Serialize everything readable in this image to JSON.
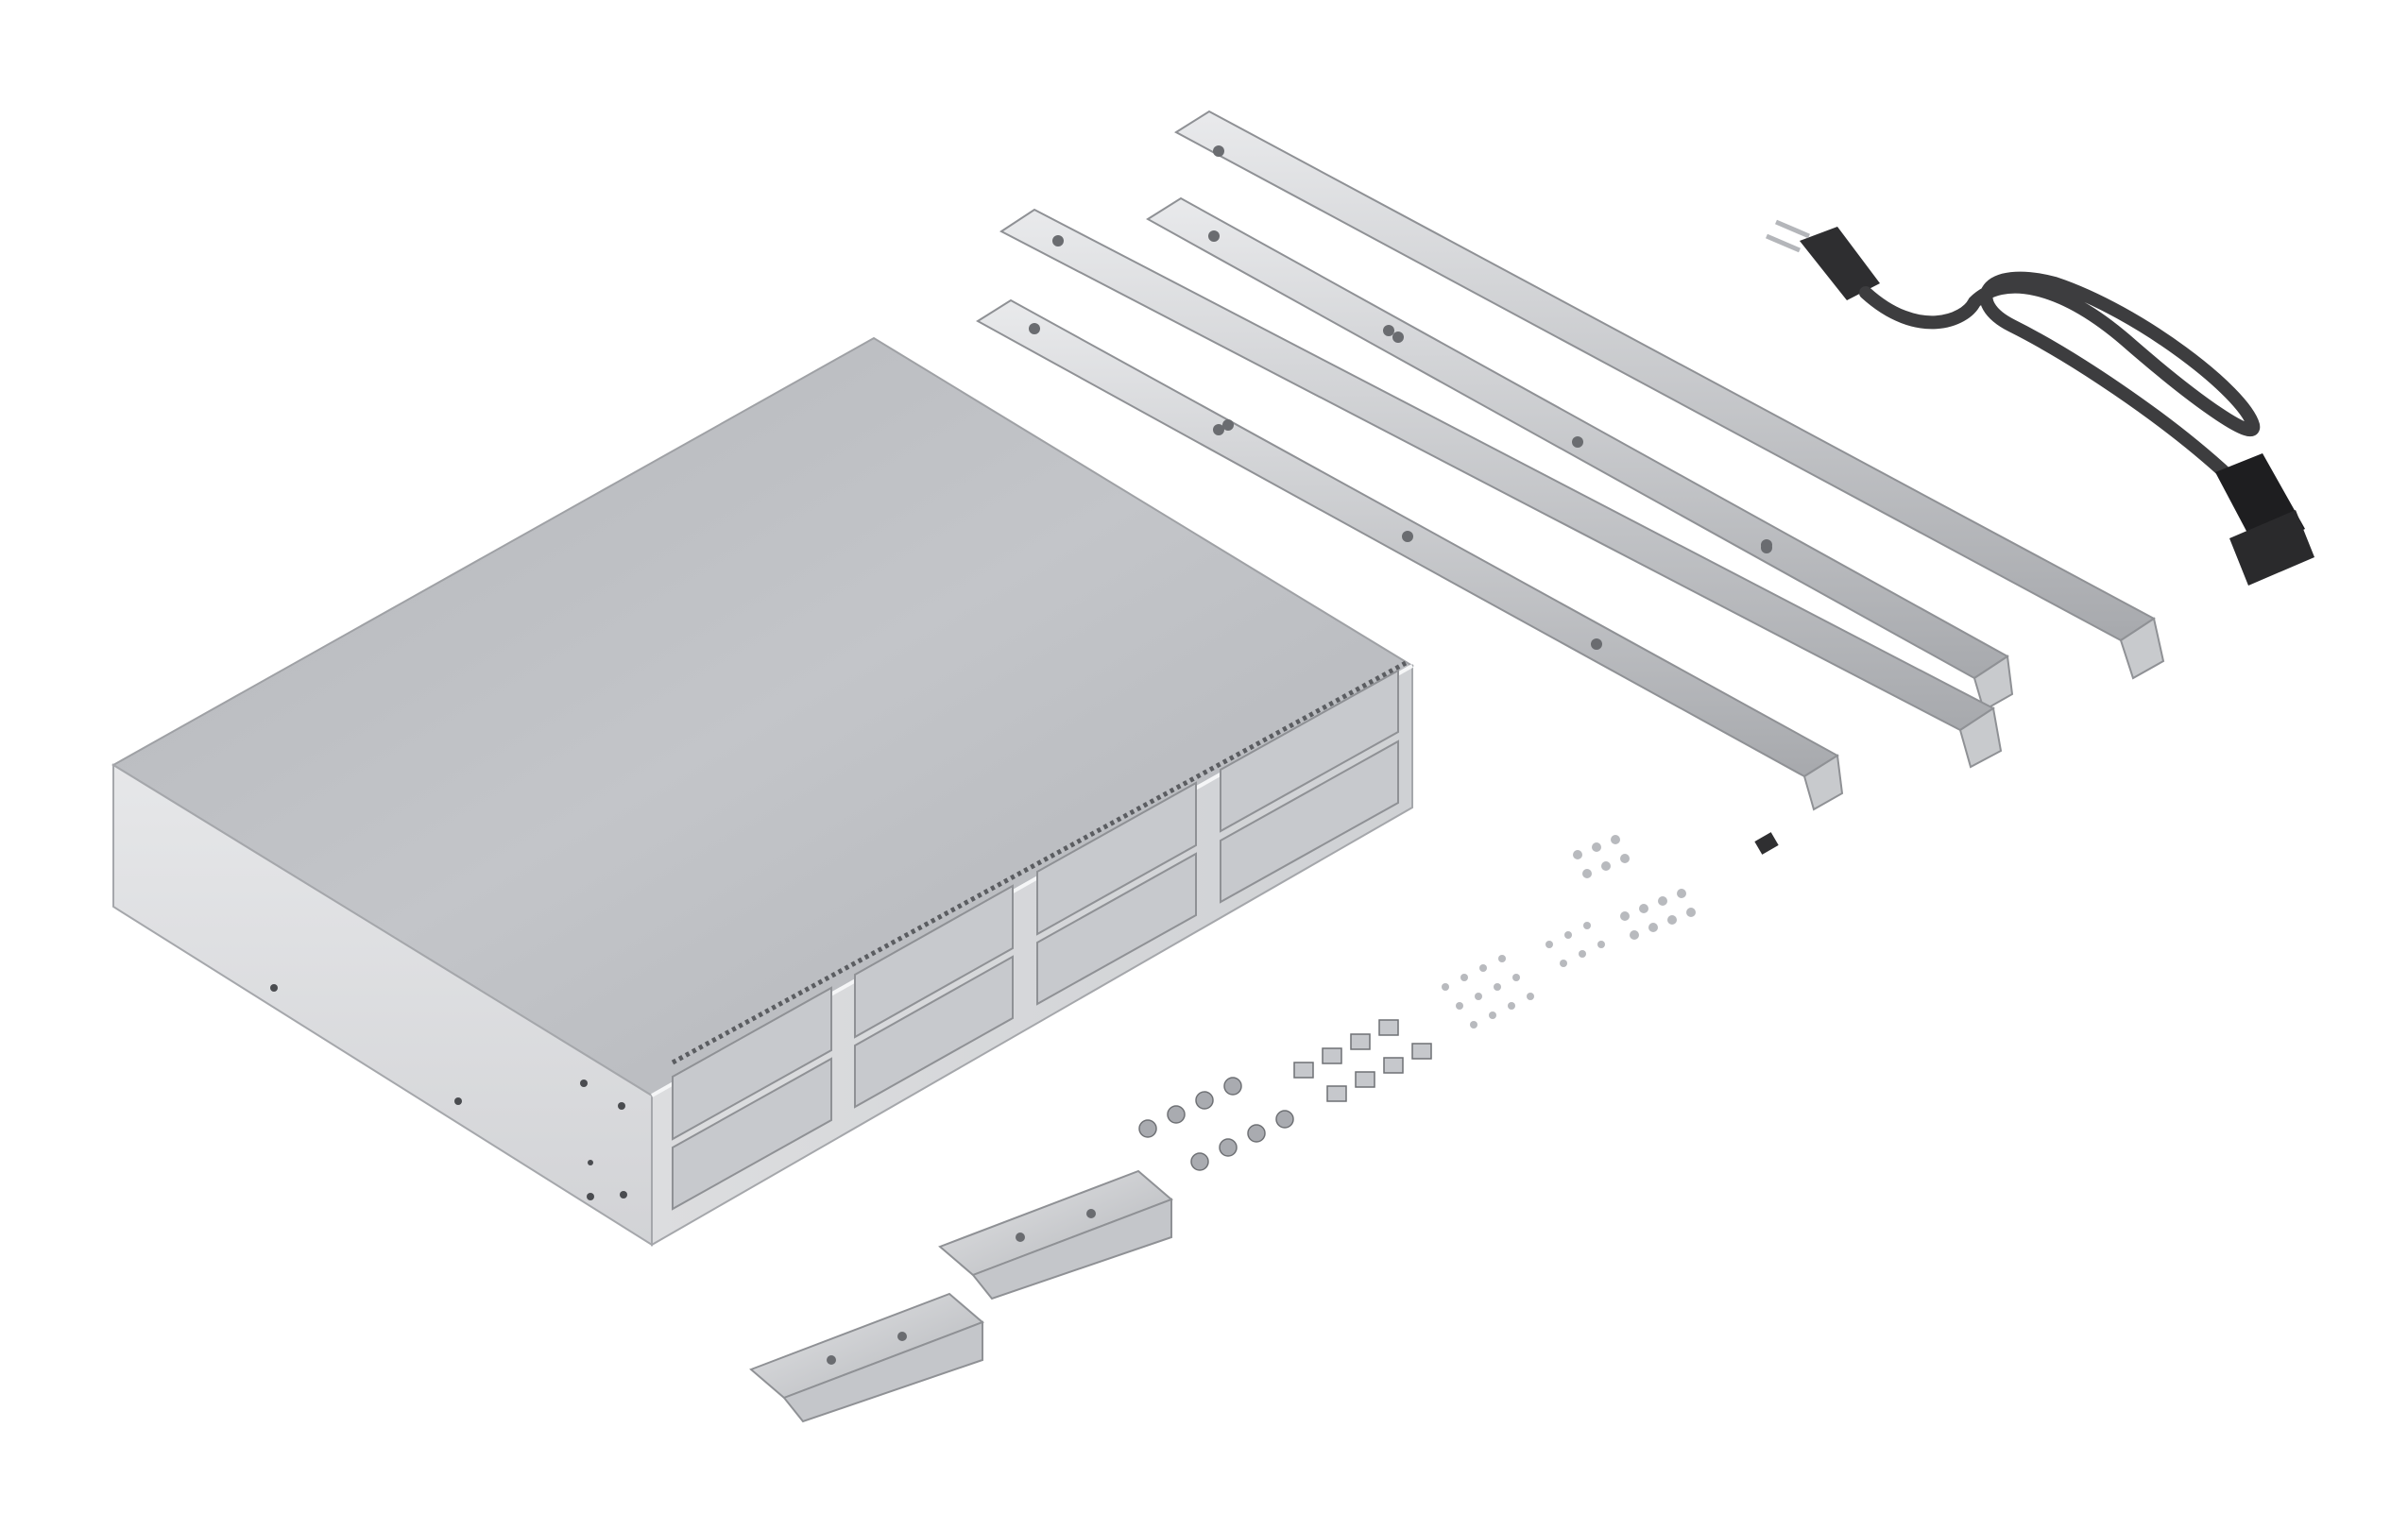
{
  "scene": {
    "background": "#ffffff",
    "colors": {
      "metal_light": "#d9dadc",
      "metal_mid": "#b9bbbf",
      "metal_dark": "#8e9095",
      "metal_edge": "#f2f3f4",
      "bay_face": "#c4c6ca",
      "cable": "#3d3d3f",
      "cable_connector": "#1e1e20",
      "screw": "#a9abb0"
    },
    "objects": [
      {
        "name": "rackmount-nas-chassis",
        "icon": "server-icon",
        "drive_bays": 8
      },
      {
        "name": "rail-bracket",
        "icon": "rail-icon",
        "count": 4
      },
      {
        "name": "power-cord",
        "icon": "power-plug-icon"
      },
      {
        "name": "rack-ear-bracket",
        "icon": "bracket-icon",
        "count": 2
      },
      {
        "name": "mounting-screws",
        "icon": "screw-icon"
      },
      {
        "name": "cage-nuts",
        "icon": "nut-icon"
      },
      {
        "name": "drive-screws",
        "icon": "small-screw-icon"
      }
    ]
  }
}
